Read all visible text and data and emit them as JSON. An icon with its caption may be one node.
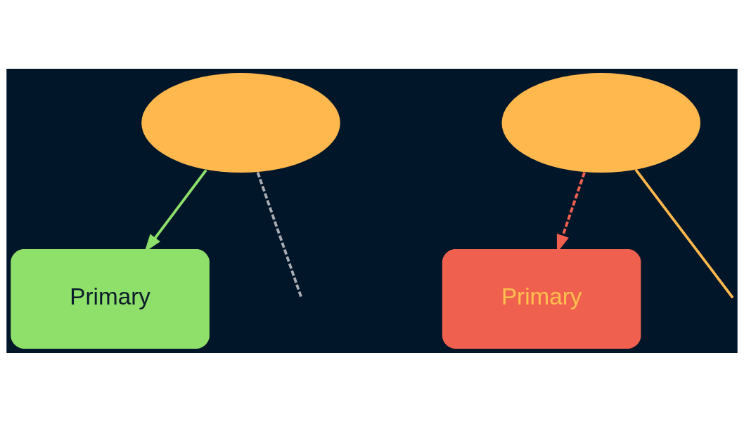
{
  "diagram": {
    "nodes": [
      {
        "text": [],
        "shape": "cloud"
      },
      {
        "text": [],
        "shape": "cloud"
      },
      {
        "text": [
          "Primary"
        ]
      },
      {
        "text": [
          "Primary"
        ]
      }
    ],
    "edges": [
      {
        "from": 0,
        "to": 2,
        "arrow": "to",
        "color": "#8ee06a"
      },
      {
        "from": 0,
        "to": null,
        "arrow": "none",
        "style": "dashed",
        "color": "#a9adb3"
      },
      {
        "from": 1,
        "to": 3,
        "arrow": "to",
        "style": "dashed",
        "color": "#f0604f"
      },
      {
        "from": 1,
        "to": null,
        "arrow": "none",
        "color": "#ffb84d"
      }
    ]
  }
}
